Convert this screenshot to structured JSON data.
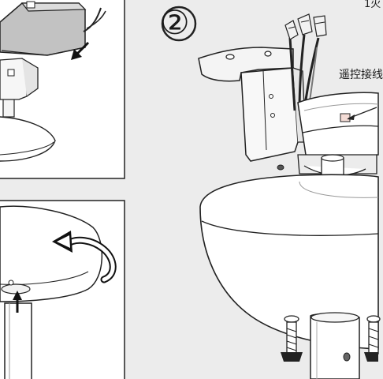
{
  "diagram": {
    "step_number": "②",
    "wire_label": "遥控接线",
    "corner_label": "1火",
    "colors": {
      "background": "#ececec",
      "panel": "#ffffff",
      "line": "#222222",
      "shade": "#bdbdbd"
    }
  }
}
